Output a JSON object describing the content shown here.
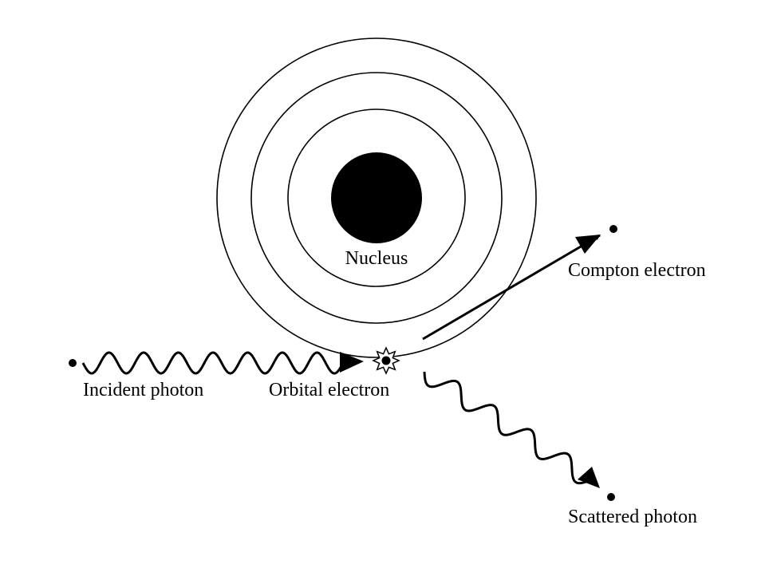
{
  "diagram": {
    "labels": {
      "nucleus": "Nucleus",
      "incident_photon": "Incident photon",
      "orbital_electron": "Orbital electron",
      "compton_electron": "Compton electron",
      "scattered_photon": "Scattered photon"
    },
    "colors": {
      "ink": "#000000",
      "background": "#ffffff"
    }
  }
}
